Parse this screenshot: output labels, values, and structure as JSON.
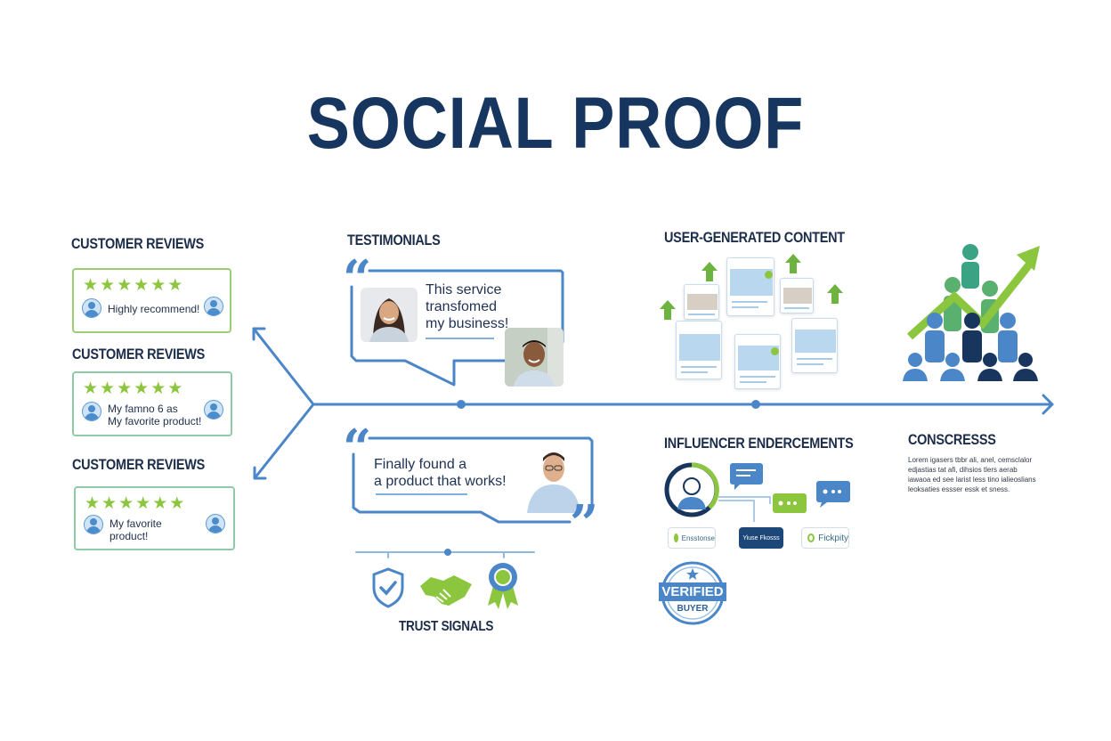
{
  "title": "SOCIAL PROOF",
  "colors": {
    "navy": "#16365f",
    "blue": "#4a86c8",
    "green": "#8cc63f",
    "card_border": "#9ccc75"
  },
  "customer_reviews": [
    {
      "heading": "CUSTOMER REVIEWS",
      "stars": 6,
      "text_line1": "Highly recommend!",
      "text_line2": ""
    },
    {
      "heading": "CUSTOMER REVIEWS",
      "stars": 6,
      "text_line1": "My famno 6 as",
      "text_line2": "My favorite product!"
    },
    {
      "heading": "CUSTOMER REVIEWS",
      "stars": 6,
      "text_line1": "My favorite",
      "text_line2": "product!"
    }
  ],
  "testimonials": {
    "heading": "TESTIMONIALS",
    "quote1": {
      "line1": "This service",
      "line2": "transfomed",
      "line3": "my business!"
    },
    "quote2": {
      "line1": "Finally found a",
      "line2": "a product that works!"
    }
  },
  "trust_signals": {
    "heading": "TRUST SIGNALS",
    "icons": [
      "shield-check-icon",
      "handshake-icon",
      "award-ribbon-icon"
    ]
  },
  "ugc": {
    "heading": "USER-GENERATED CONTENT"
  },
  "influencer": {
    "heading": "INFLUENCER ENDERCEMENTS",
    "badges": [
      "Ensstonse",
      "Yiuse Fkosss",
      "Fickpity"
    ]
  },
  "verified_badge": {
    "line1": "VERIFIED",
    "line2": "BUYER"
  },
  "consensus": {
    "heading": "CONSCRESSS",
    "body": "Lorem igasers tbbr ali, anel, cemsclalor edjastias tat afi, dihsios tlers aerab iawaoa ed see larist less tino ialieoslians leoksaties essser essk et sness."
  }
}
